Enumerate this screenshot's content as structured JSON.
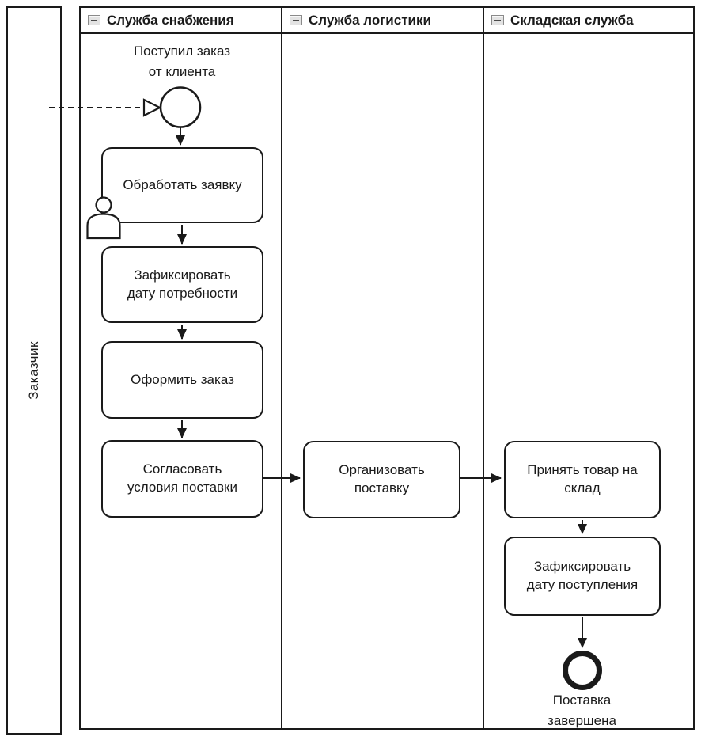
{
  "colors": {
    "stroke": "#1a1a1a",
    "background": "#ffffff",
    "collapse_icon_fill": "#e3e3e3"
  },
  "customer_pool": {
    "label": "Заказчик"
  },
  "lanes": [
    {
      "label": "Служба снабжения",
      "collapse_icon": "minus"
    },
    {
      "label": "Служба логистики",
      "collapse_icon": "minus"
    },
    {
      "label": "Складская служба",
      "collapse_icon": "minus"
    }
  ],
  "start_event": {
    "label": "Поступил заказ\nот клиента",
    "type": "start-event",
    "incoming": "dashed message flow from Заказчик pool"
  },
  "end_event": {
    "label": "Поставка\nзавершена",
    "type": "end-event"
  },
  "tasks": [
    {
      "label": "Обработать заявку",
      "marker": "user-icon"
    },
    {
      "label": "Зафиксировать\nдату потребности"
    },
    {
      "label": "Оформить заказ"
    },
    {
      "label": "Согласовать\nусловия поставки"
    },
    {
      "label": "Организовать\nпоставку"
    },
    {
      "label": "Принять товар на\nсклад"
    },
    {
      "label": "Зафиксировать\nдату поступления"
    }
  ]
}
